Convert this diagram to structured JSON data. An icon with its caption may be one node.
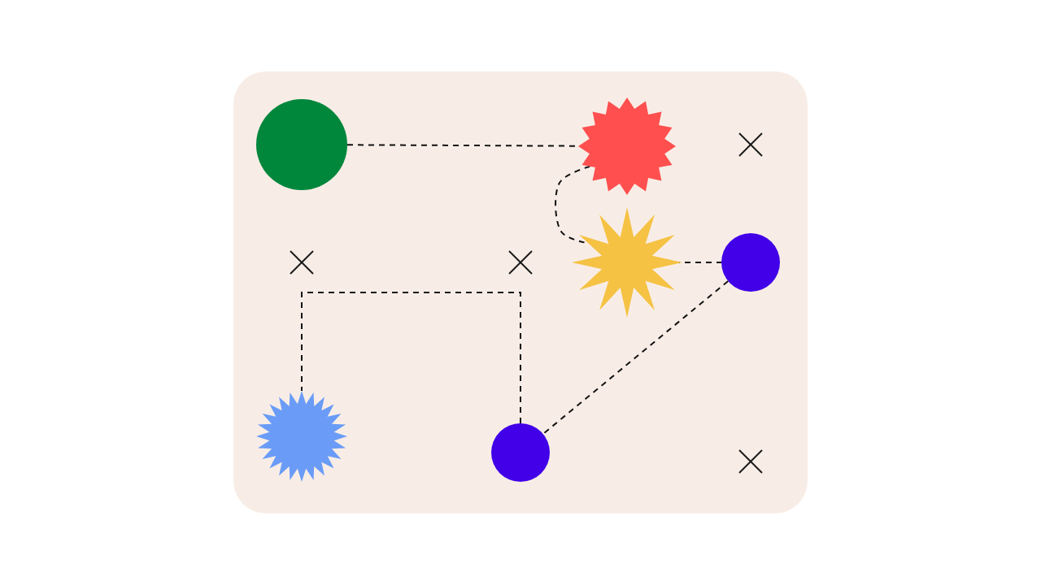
{
  "diagram": {
    "nodes": [
      {
        "text": [],
        "shape": "circle"
      },
      {
        "text": [],
        "shape": "star"
      },
      {
        "text": [],
        "shape": "star"
      },
      {
        "text": [],
        "shape": "circle"
      },
      {
        "text": [],
        "shape": "star"
      },
      {
        "text": [],
        "shape": "circle"
      }
    ],
    "edges": [
      {
        "from": 0,
        "to": 1,
        "arrow": "none",
        "style": "dashed"
      },
      {
        "from": 1,
        "to": 2,
        "arrow": "none",
        "style": "dashed"
      },
      {
        "from": 2,
        "to": 3,
        "arrow": "none",
        "style": "dashed"
      },
      {
        "from": 3,
        "to": 5,
        "arrow": "none",
        "style": "dashed"
      },
      {
        "from": 5,
        "to": 4,
        "arrow": "none",
        "style": "dashed"
      }
    ]
  }
}
